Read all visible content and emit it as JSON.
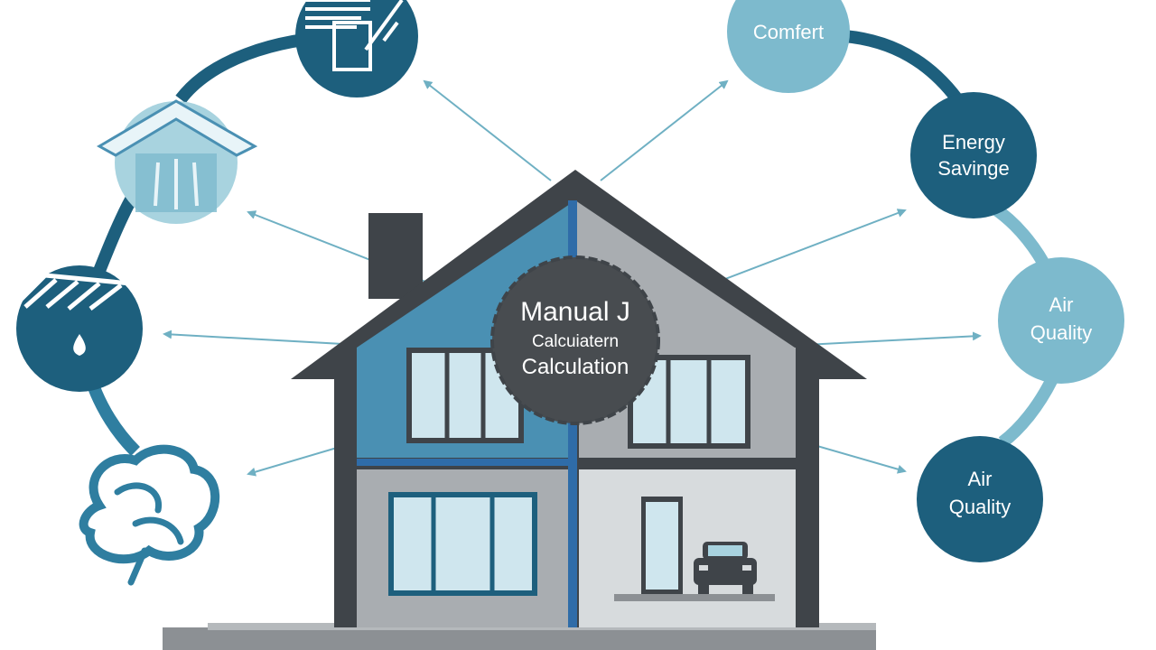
{
  "center_badge": {
    "line1": "Manual J",
    "line2": "Calcuiatern",
    "line3": "Calculation"
  },
  "right_nodes": [
    {
      "line1": "Comfert",
      "line2": ""
    },
    {
      "line1": "Energy",
      "line2": "Savinge"
    },
    {
      "line1": "Air",
      "line2": "Quality"
    },
    {
      "line1": "Air",
      "line2": "Quality"
    }
  ],
  "left_nodes": [
    {
      "icon": "window-shutter-icon"
    },
    {
      "icon": "roof-insulation-icon"
    },
    {
      "icon": "roof-moisture-icon"
    },
    {
      "icon": "weather-swirl-icon"
    }
  ],
  "colors": {
    "dark_teal": "#1d5f7d",
    "mid_teal": "#2f7ea0",
    "light_teal": "#7dbacd",
    "pale_teal": "#a8d3df",
    "house_dark": "#3f4449",
    "house_blue": "#4a90b3",
    "house_gray": "#a9adb1",
    "house_light": "#d7dbdd",
    "badge_dark": "#484c50",
    "connector": "#6fb0c3"
  }
}
